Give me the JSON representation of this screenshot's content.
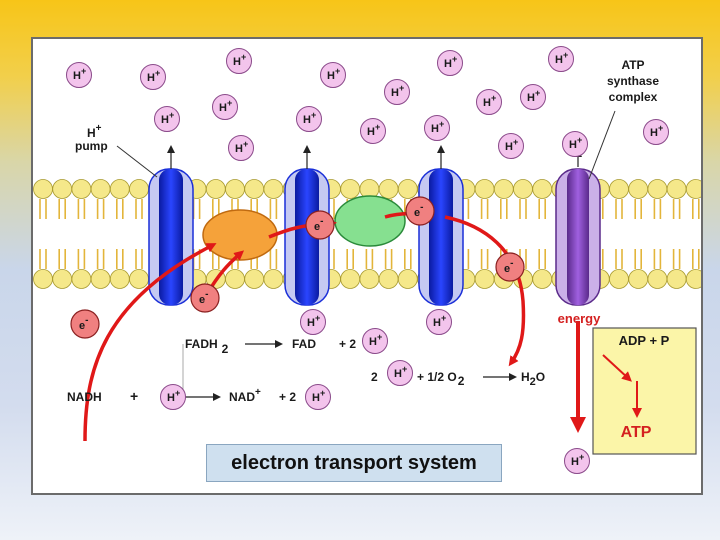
{
  "title": "electron transport system",
  "labels": {
    "h_pump_h": "H",
    "h_pump_plus": "+",
    "h_pump_word": "pump",
    "atp_synthase_1": "ATP",
    "atp_synthase_2": "synthase",
    "atp_synthase_3": "complex",
    "energy": "energy",
    "adp_p": "ADP + P",
    "atp": "ATP",
    "fadh2_a": "FADH",
    "fadh2_b": "2",
    "fad": "FAD",
    "plus_2_a": "+ 2",
    "nadh": "NADH",
    "plus_nadh": "+",
    "nad": "NAD",
    "nad_sup": "+",
    "plus_2_b": "+ 2",
    "two_h": "2",
    "half_o2_a": "+ 1/2 O",
    "half_o2_b": "2",
    "h2o_h": "H",
    "h2o_2": "2",
    "h2o_o": "O"
  },
  "ion_text": {
    "h": "H",
    "plus": "+"
  },
  "electron_text": {
    "e": "e",
    "minus": "-"
  },
  "colors": {
    "lipid_head": "#f5e88a",
    "lipid_tail": "#e3b53a",
    "protein_blue": "#1a2fd8",
    "protein_light": "#b8bdf0",
    "atp_synthase": "#8a3fc8",
    "orange_carrier": "#f5a23a",
    "green_carrier": "#7de08a",
    "electron_fill": "#f08080",
    "ion_fill": "#f3c4ec",
    "arrow_red": "#e01818",
    "adp_box": "#fbf5a8"
  }
}
